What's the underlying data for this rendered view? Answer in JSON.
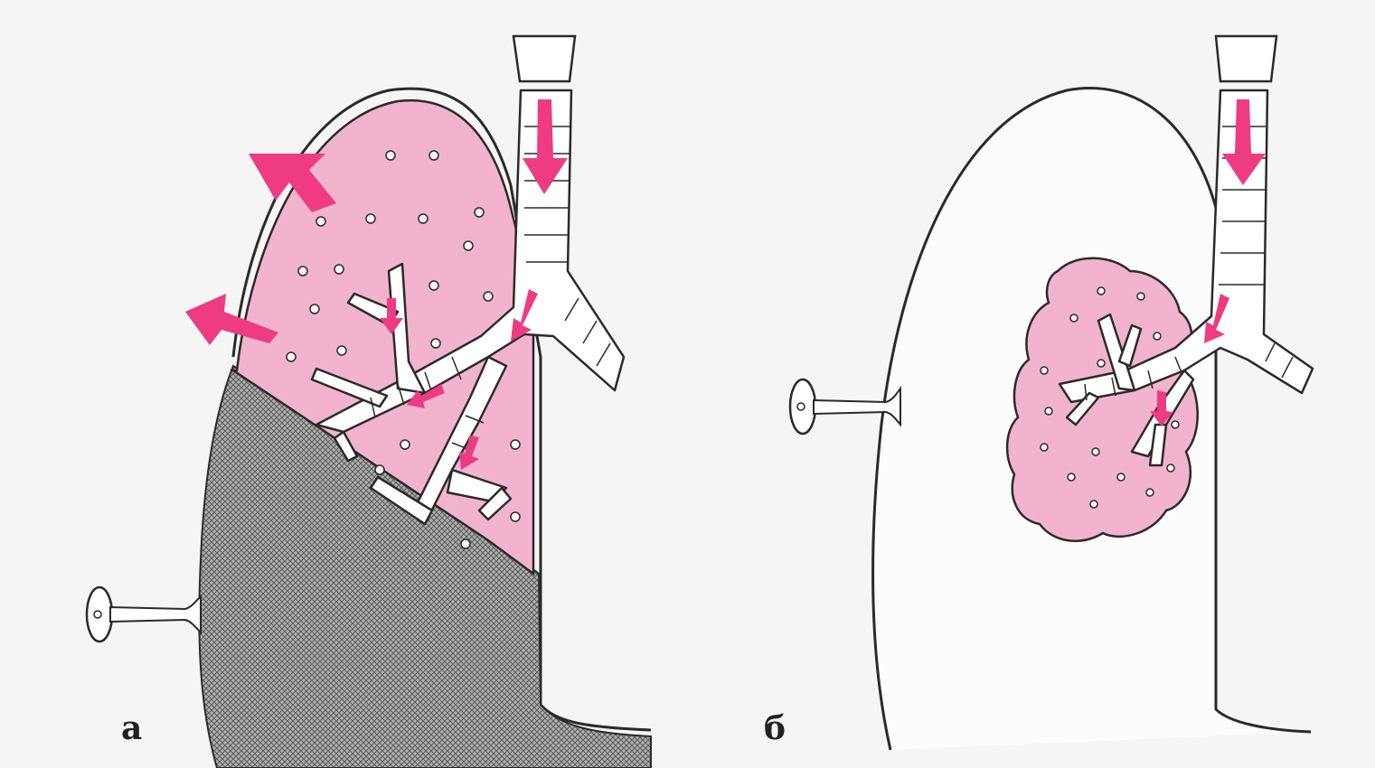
{
  "panels": [
    {
      "label": "а",
      "state": "lower zone shaded, lung tissue pink, outward arrows"
    },
    {
      "label": "б",
      "state": "pink consolidation patch near hilum"
    }
  ],
  "colors": {
    "background": "#f5f5f5",
    "tissue_pink": "#f2b4cc",
    "arrow_magenta": "#ee3b82",
    "shaded_fill": "#9a9a9a",
    "outline": "#2a2a2a"
  }
}
